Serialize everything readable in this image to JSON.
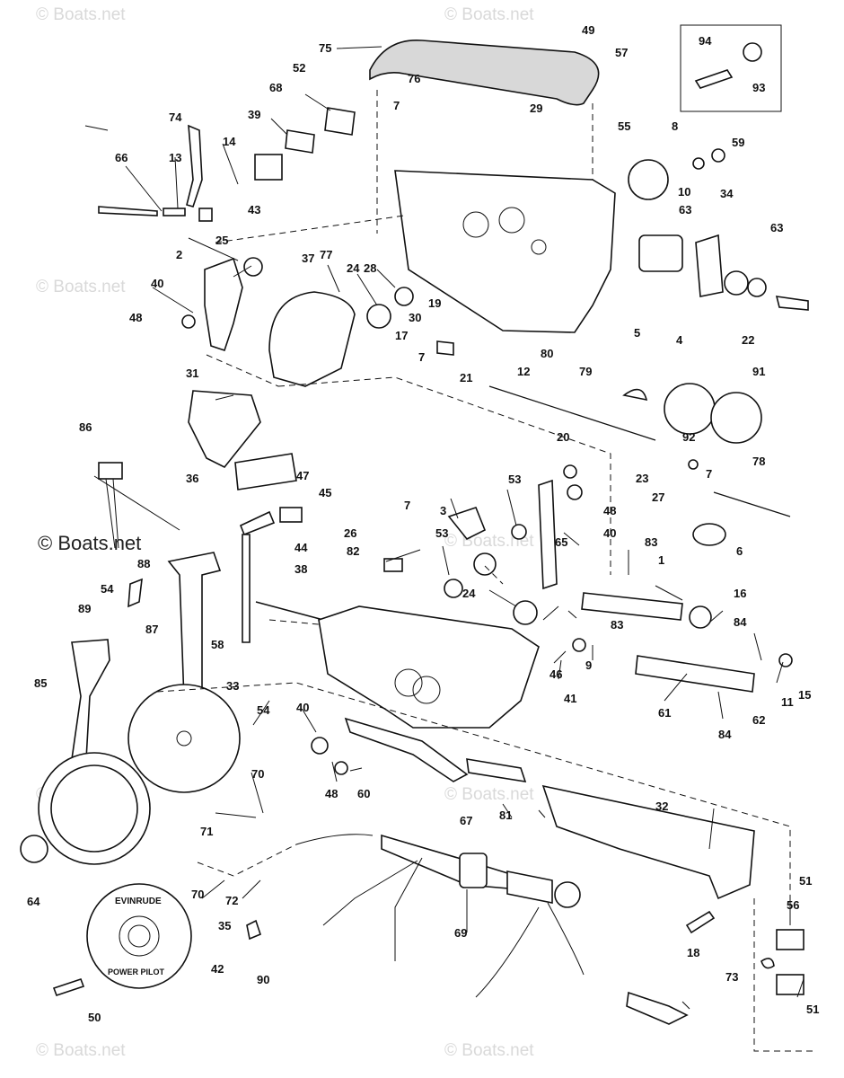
{
  "watermark": "© Boats.net",
  "watermark_main": "© Boats.net",
  "plate_text": "EVINRUDE",
  "plate_text2": "POWER PILOT",
  "callouts": [
    "1",
    "2",
    "3",
    "4",
    "5",
    "6",
    "7",
    "8",
    "9",
    "10",
    "11",
    "12",
    "13",
    "14",
    "15",
    "16",
    "17",
    "18",
    "19",
    "20",
    "21",
    "22",
    "23",
    "24",
    "25",
    "26",
    "27",
    "28",
    "29",
    "30",
    "31",
    "32",
    "33",
    "34",
    "35",
    "36",
    "37",
    "38",
    "39",
    "40",
    "41",
    "42",
    "43",
    "44",
    "45",
    "46",
    "47",
    "48",
    "49",
    "50",
    "51",
    "52",
    "53",
    "54",
    "55",
    "56",
    "57",
    "58",
    "59",
    "60",
    "61",
    "62",
    "63",
    "64",
    "65",
    "66",
    "67",
    "68",
    "69",
    "70",
    "71",
    "72",
    "73",
    "74",
    "75",
    "76",
    "77",
    "78",
    "79",
    "80",
    "81",
    "82",
    "83",
    "84",
    "85",
    "86",
    "87",
    "88",
    "89",
    "90",
    "91",
    "92",
    "93",
    "94"
  ]
}
